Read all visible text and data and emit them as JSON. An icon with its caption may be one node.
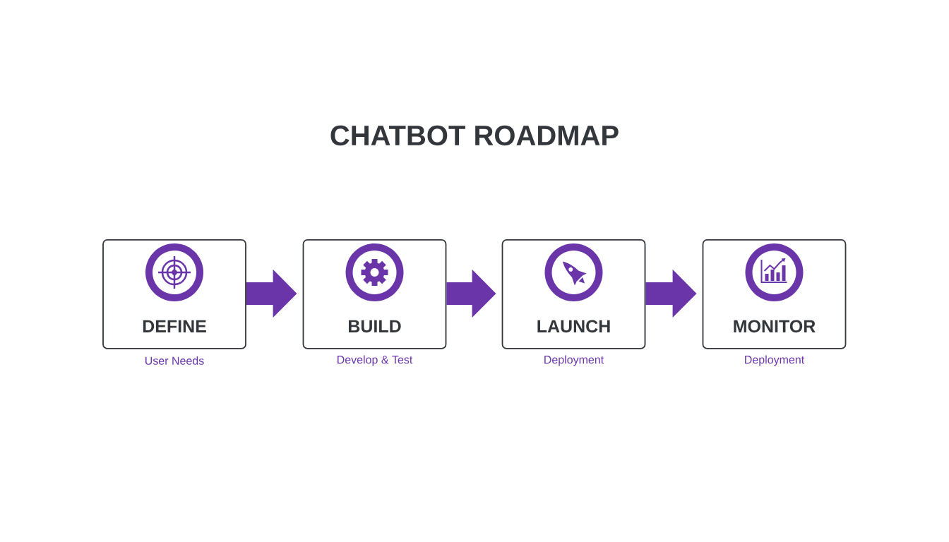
{
  "diagram": {
    "title": "CHATBOT ROADMAP",
    "nodes": [
      {
        "text": [
          "DEFINE"
        ],
        "beside": [
          "User Needs"
        ]
      },
      {
        "text": [
          "BUILD"
        ],
        "beside": [
          "Develop & Test"
        ]
      },
      {
        "text": [
          "LAUNCH"
        ],
        "beside": [
          "Deployment"
        ]
      },
      {
        "text": [
          "MONITOR"
        ],
        "beside": [
          "Deployment"
        ]
      }
    ],
    "edges": [
      {
        "from": 0,
        "to": 1,
        "arrow": "to"
      },
      {
        "from": 1,
        "to": 2,
        "arrow": "to"
      },
      {
        "from": 2,
        "to": 3,
        "arrow": "to"
      }
    ]
  }
}
